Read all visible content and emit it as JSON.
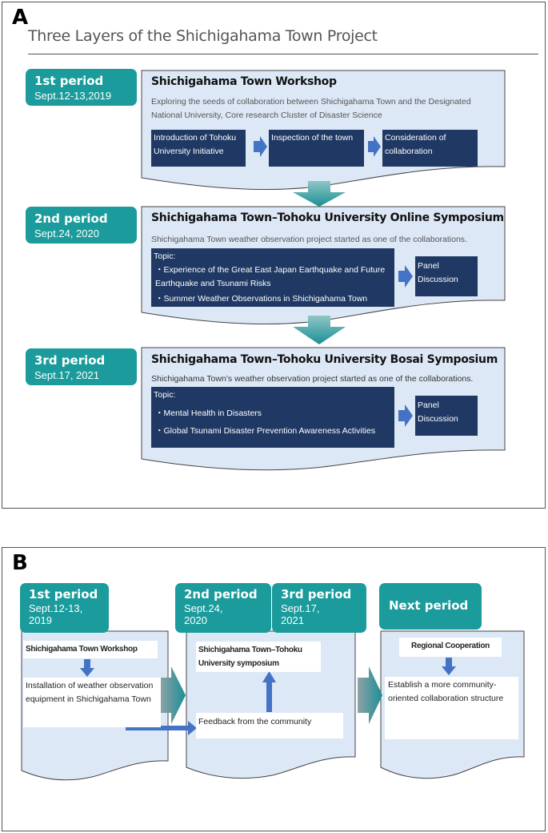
{
  "panel_a": {
    "letter": "A",
    "title": "Three Layers of the Shichigahama Town Project",
    "periods": [
      {
        "label": "1st period",
        "date": "Sept.12-13,2019",
        "heading": "Shichigahama Town Workshop",
        "description": "Exploring the seeds of collaboration between Shichigahama Town and the Designated National University, Core research Cluster of Disaster Science",
        "steps": [
          "Introduction of Tohoku University Initiative",
          "Inspection of the town",
          "Consideration of collaboration"
        ]
      },
      {
        "label": "2nd period",
        "date": "Sept.24, 2020",
        "heading": "Shichigahama Town–Tohoku University Online Symposium",
        "description": "Shichigahama Town weather observation project started as one of the collaborations.",
        "topic_label": "Topic:",
        "topics": [
          "・Experience of the Great East Japan Earthquake and Future Earthquake and Tsunami Risks",
          "・Summer Weather Observations in Shichigahama Town"
        ],
        "panel": "Panel Discussion"
      },
      {
        "label": "3rd period",
        "date": "Sept.17, 2021",
        "heading": "Shichigahama Town–Tohoku University Bosai Symposium",
        "description": "Shichigahama Town’s weather observation project started as one of the collaborations.",
        "topic_label": "Topic:",
        "topics": [
          "・Mental Health in Disasters",
          "・Global Tsunami Disaster Prevention Awareness Activities"
        ],
        "panel": "Panel Discussion"
      }
    ]
  },
  "panel_b": {
    "letter": "B",
    "tabs": [
      {
        "label": "1st period",
        "date": "Sept.12-13, 2019"
      },
      {
        "label": "2nd period",
        "date": "Sept.24, 2020"
      },
      {
        "label": "3rd period",
        "date": "Sept.17, 2021"
      },
      {
        "label": "Next period"
      }
    ],
    "doc1": {
      "heading": "Shichigahama Town Workshop",
      "body": "Installation of weather observation equipment in Shichigahama Town"
    },
    "doc2": {
      "heading": "Shichigahama Town–Tohoku University symposium",
      "body": "Feedback from the community"
    },
    "doc3": {
      "heading": "Regional Cooperation",
      "body": "Establish a more community-oriented collaboration structure"
    }
  },
  "colors": {
    "teal": "#1b9b9b",
    "navy": "#1f3864",
    "doc_fill": "#dde8f6",
    "arrow_blue": "#4472c4"
  }
}
